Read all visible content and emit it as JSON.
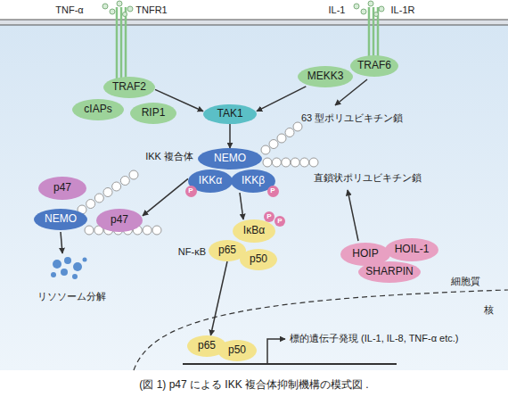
{
  "diagram": {
    "caption": "(図 1) p47 による IKK 複合体抑制機構の模式図 .",
    "nodes": [
      {
        "text": [
          "TRAF2"
        ]
      },
      {
        "text": [
          "cIAPs"
        ]
      },
      {
        "text": [
          "RIP1"
        ]
      },
      {
        "text": [
          "MEKK3"
        ]
      },
      {
        "text": [
          "TRAF6"
        ]
      },
      {
        "text": [
          "TAK1"
        ]
      },
      {
        "text": [
          "NEMO"
        ]
      },
      {
        "text": [
          "IKKα"
        ]
      },
      {
        "text": [
          "IKKβ"
        ]
      },
      {
        "text": [
          "P"
        ]
      },
      {
        "text": [
          "P"
        ]
      },
      {
        "text": [
          "p47"
        ]
      },
      {
        "text": [
          "NEMO"
        ]
      },
      {
        "text": [
          "p47"
        ]
      },
      {
        "text": [
          "IκBα"
        ]
      },
      {
        "text": [
          "P"
        ]
      },
      {
        "text": [
          "P"
        ]
      },
      {
        "text": [
          "p65"
        ]
      },
      {
        "text": [
          "p50"
        ]
      },
      {
        "text": [
          "HOIP"
        ]
      },
      {
        "text": [
          "HOIL-1"
        ]
      },
      {
        "text": [
          "SHARPIN"
        ]
      },
      {
        "text": [
          "p65"
        ]
      },
      {
        "text": [
          "p50"
        ]
      }
    ],
    "edges": [
      {
        "from": 0,
        "to": 5,
        "arrow": "to"
      },
      {
        "from": 3,
        "to": 5,
        "arrow": "to"
      },
      {
        "from": 5,
        "to": 6,
        "arrow": "to"
      },
      {
        "from": 7,
        "to": 13,
        "arrow": "to"
      },
      {
        "from": 8,
        "to": 14,
        "arrow": "to"
      },
      {
        "from": 17,
        "to": 22,
        "arrow": "to"
      }
    ],
    "labels": [
      "TNF-α",
      "TNFR1",
      "IL-1",
      "IL-1R",
      "63 型ポリユビキチン鎖",
      "IKK 複合体",
      "直鎖状ポリユビキチン鎖",
      "NF-κB",
      "リソソーム分解",
      "標的遺伝子発現 (IL-1, IL-8, TNF-α etc.)",
      "細胞質",
      "核"
    ]
  }
}
